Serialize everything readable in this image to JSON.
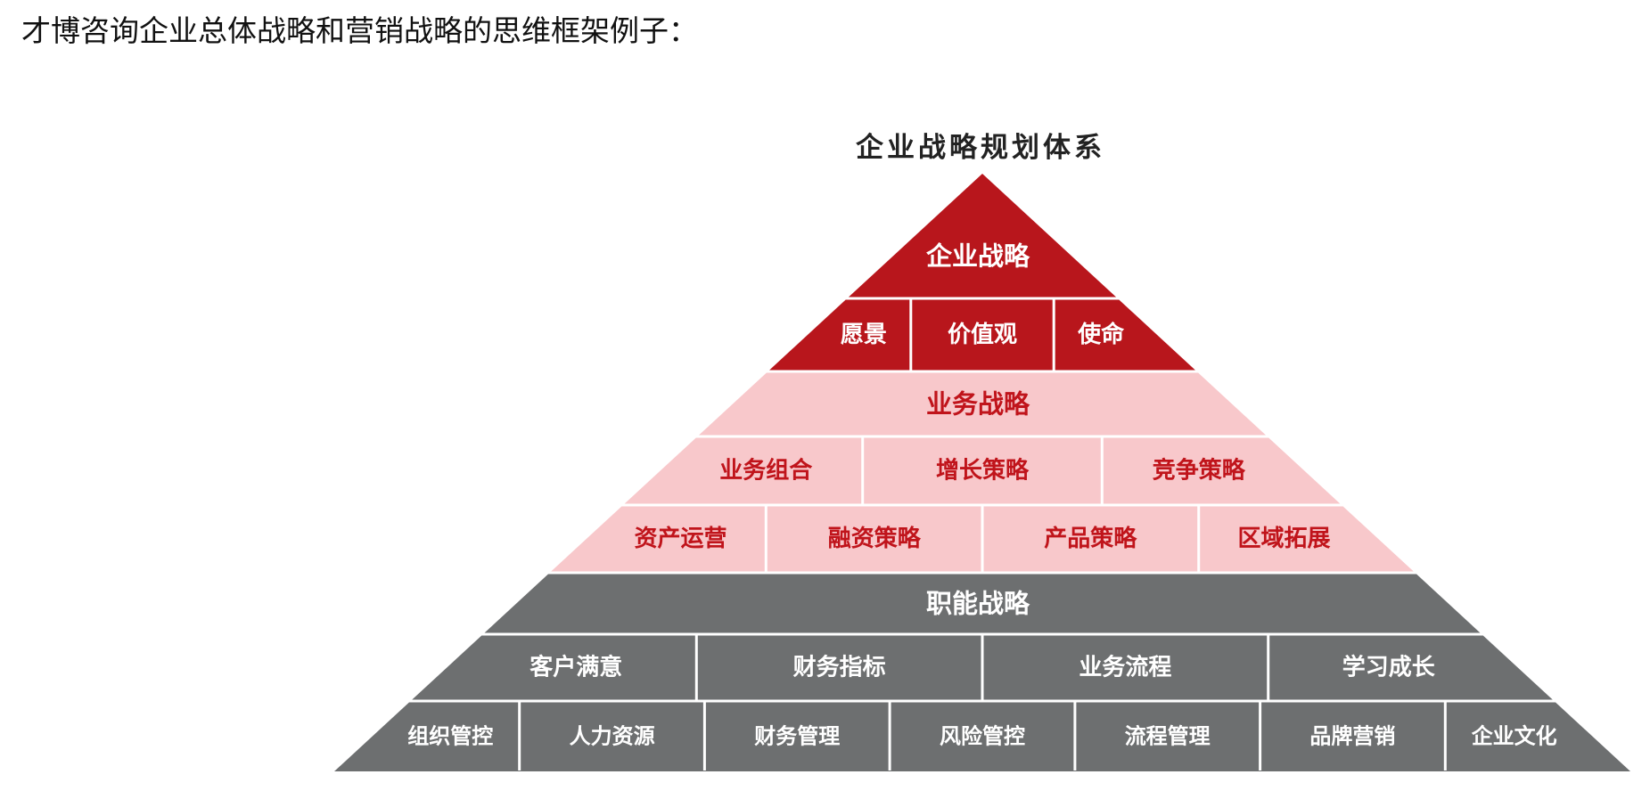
{
  "heading": "才博咨询企业总体战略和营销战略的思维框架例子：",
  "diagram": {
    "title": "企业战略规划体系",
    "colors": {
      "corporate": "#b8161c",
      "business": "#f8c8cb",
      "business_text": "#c0141b",
      "functional": "#6d6f70",
      "light_text": "#ffffff",
      "divider": "#ffffff"
    },
    "tiers": [
      {
        "key": "corporate",
        "header": "企业战略",
        "rows": [
          [
            "愿景",
            "价值观",
            "使命"
          ]
        ]
      },
      {
        "key": "business",
        "header": "业务战略",
        "rows": [
          [
            "业务组合",
            "增长策略",
            "竞争策略"
          ],
          [
            "资产运营",
            "融资策略",
            "产品策略",
            "区域拓展"
          ]
        ]
      },
      {
        "key": "functional",
        "header": "职能战略",
        "rows": [
          [
            "客户满意",
            "财务指标",
            "业务流程",
            "学习成长"
          ],
          [
            "组织管控",
            "人力资源",
            "财务管理",
            "风险管控",
            "流程管理",
            "品牌营销",
            "企业文化"
          ]
        ]
      }
    ]
  }
}
